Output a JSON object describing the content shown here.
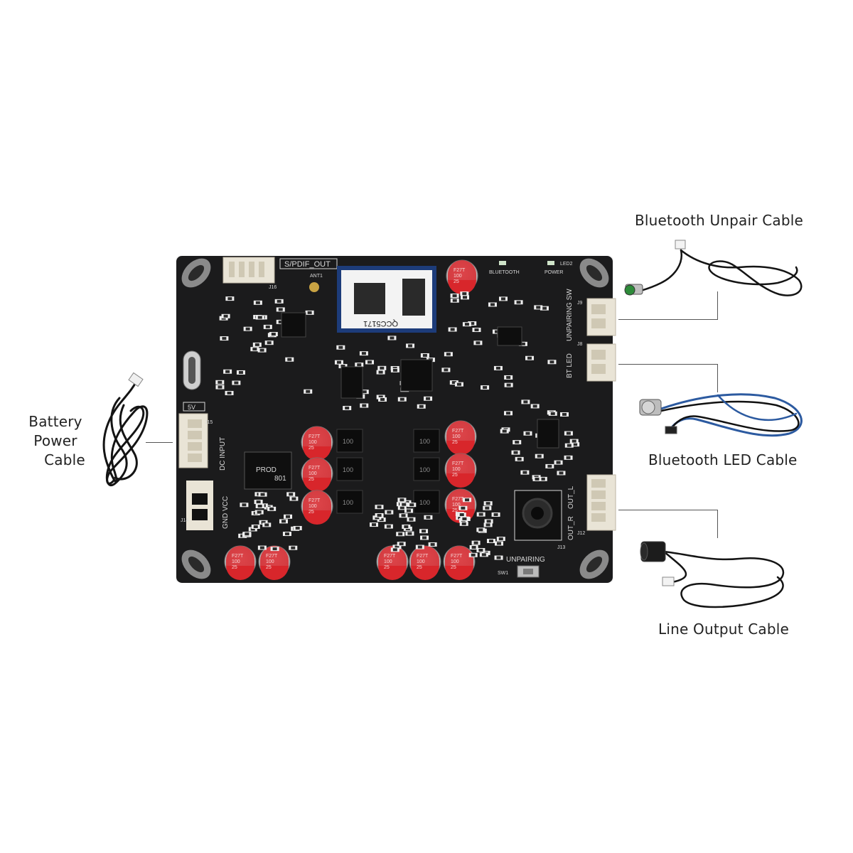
{
  "callouts": {
    "battery_power_cable": [
      "Battery",
      "Power",
      "Cable"
    ],
    "bluetooth_unpair_cable": "Bluetooth Unpair Cable",
    "bluetooth_led_cable": "Bluetooth LED Cable",
    "line_output_cable": "Line Output Cable"
  },
  "board": {
    "module_name": "QCC5171",
    "top_labels": {
      "spdif_out": "S/PDIF_OUT",
      "bluetooth_led": "BLUETOOTH",
      "power_led": "POWER",
      "led2": "LED2",
      "ant1": "ANT1",
      "j16": "J16"
    },
    "side_labels": {
      "dc_input": "DC INPUT",
      "five_v": "5V",
      "gnd_vcc": "GND  VCC",
      "unpairing_sw": "UNPAIRING SW",
      "bt_led": "BT LED",
      "out_l": "OUT_L",
      "out_r": "OUT_R",
      "unpairing": "UNPAIRING",
      "sw1": "SW1",
      "j13": "J13",
      "j12": "J12",
      "j14": "J14",
      "j15": "J15",
      "j8": "J8",
      "j9": "J9"
    },
    "inductor_label": [
      "PROD",
      "801"
    ],
    "inductor_value": "100",
    "capacitor_marking": [
      "F27T",
      "100",
      "25"
    ],
    "colors": {
      "board": "#1b1b1c",
      "silkscreen": "#d8d8d8",
      "capacitor_red": "#d8262b",
      "capacitor_silver": "#c9c9c9",
      "module_blue": "#1d3c7a",
      "connector_cream": "#e9e4d6"
    }
  }
}
